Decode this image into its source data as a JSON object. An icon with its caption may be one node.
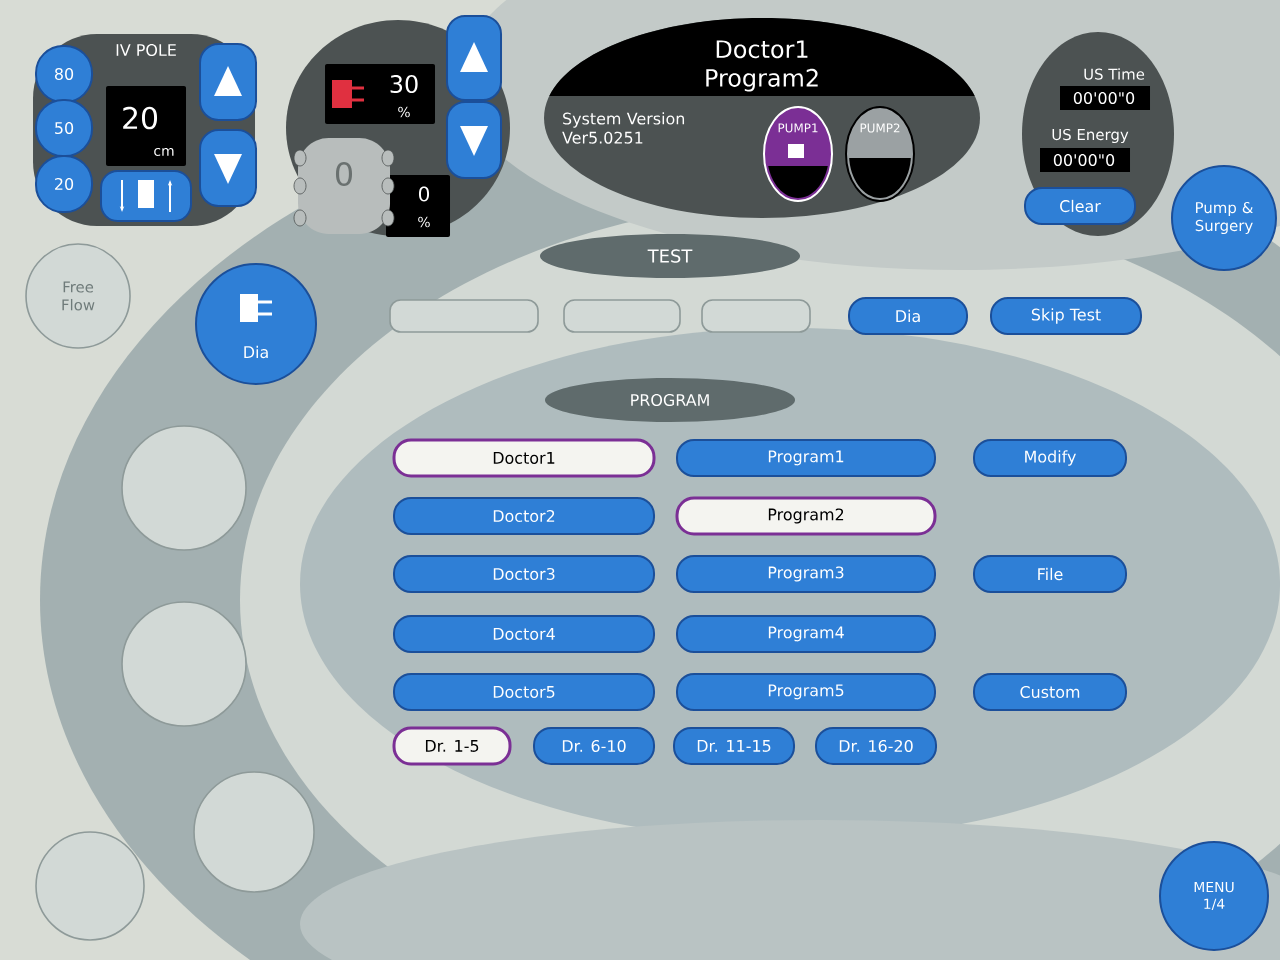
{
  "diagram": {
    "nodes": [
      {
        "text": [
          "IV POLE"
        ]
      },
      {
        "text": [
          "80"
        ],
        "in": 0
      },
      {
        "text": [
          "50"
        ],
        "in": 0
      },
      {
        "text": [
          "20"
        ],
        "in": 0
      },
      {
        "text": [
          "20",
          "cm"
        ],
        "in": 0
      },
      {
        "text": [],
        "shape": "box",
        "in": 0
      },
      {
        "text": [],
        "shape": "box",
        "in": 0
      },
      {
        "text": [],
        "shape": "box",
        "in": 0
      },
      {
        "text": [],
        "shape": "circle"
      },
      {
        "text": [
          "30",
          "%"
        ],
        "in": 8
      },
      {
        "text": [
          "0",
          "%"
        ],
        "in": 8
      },
      {
        "text": [],
        "shape": "box",
        "in": 8
      },
      {
        "text": [],
        "shape": "box",
        "in": 8
      },
      {
        "text": [
          "0"
        ],
        "in": 8
      },
      {
        "text": [
          "Doctor1 Program2",
          "System Version Ver5.0251"
        ]
      },
      {
        "text": [
          "PUMP1"
        ],
        "in": 14
      },
      {
        "text": [
          "PUMP2"
        ],
        "in": 14
      },
      {
        "text": [
          "US Time",
          "00'00\"0",
          "US Energy",
          "00'00\"0"
        ]
      },
      {
        "text": [
          "Clear"
        ],
        "in": 17
      },
      {
        "text": [
          "Pump & Surgery"
        ]
      },
      {
        "text": [
          "Free Flow"
        ]
      },
      {
        "text": [
          "Dia"
        ]
      },
      {
        "text": [
          "TEST"
        ]
      },
      {
        "text": [],
        "shape": "box"
      },
      {
        "text": [],
        "shape": "box"
      },
      {
        "text": [],
        "shape": "box"
      },
      {
        "text": [
          "Dia"
        ]
      },
      {
        "text": [
          "Skip Test"
        ]
      },
      {
        "text": [
          "PROGRAM"
        ]
      },
      {
        "text": [
          "Doctor1"
        ]
      },
      {
        "text": [
          "Doctor2"
        ]
      },
      {
        "text": [
          "Doctor3"
        ]
      },
      {
        "text": [
          "Doctor4"
        ]
      },
      {
        "text": [
          "Doctor5"
        ]
      },
      {
        "text": [
          "Program1"
        ]
      },
      {
        "text": [
          "Program2"
        ]
      },
      {
        "text": [
          "Program3"
        ]
      },
      {
        "text": [
          "Program4"
        ]
      },
      {
        "text": [
          "Program5"
        ]
      },
      {
        "text": [
          "Modify"
        ]
      },
      {
        "text": [
          "File"
        ]
      },
      {
        "text": [
          "Custom"
        ]
      },
      {
        "text": [
          "Dr. 1-5"
        ]
      },
      {
        "text": [
          "Dr. 6-10"
        ]
      },
      {
        "text": [
          "Dr. 11-15"
        ]
      },
      {
        "text": [
          "Dr. 16-20"
        ]
      },
      {
        "text": [],
        "shape": "circle"
      },
      {
        "text": [],
        "shape": "circle"
      },
      {
        "text": [],
        "shape": "circle"
      },
      {
        "text": [],
        "shape": "circle"
      },
      {
        "text": [
          "MENU 1/4"
        ]
      }
    ]
  }
}
